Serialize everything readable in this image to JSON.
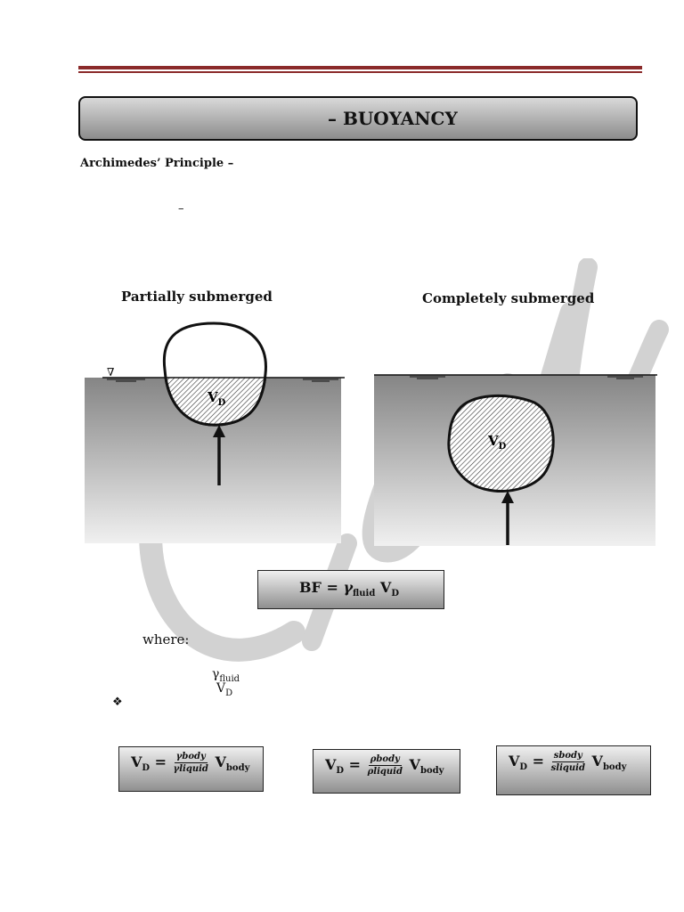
{
  "header": {
    "title": "– BUOYANCY",
    "section_title": "Archimedes’ Principle –",
    "dash_line": "–"
  },
  "diagram": {
    "left_caption": "Partially submerged",
    "right_caption": "Completely submerged",
    "vd_label": "V",
    "vd_sub": "D",
    "free_surface_symbol": "∇",
    "watermark_text": "CiViL"
  },
  "main_formula": {
    "lhs": "BF =",
    "gamma": "γ",
    "gamma_sub": "fluid",
    "v": "V",
    "v_sub": "D"
  },
  "where": {
    "label": "where:",
    "gamma": "γ",
    "gamma_sub": "fluid",
    "v": "V",
    "v_sub": "D",
    "bullet": "❖"
  },
  "formulas": [
    {
      "lhs": "V",
      "lhs_sub": "D",
      "eq": "=",
      "num": "γbody",
      "den": "γliquid",
      "rhs": "V",
      "rhs_sub": "body"
    },
    {
      "lhs": "V",
      "lhs_sub": "D",
      "eq": "=",
      "num": "ρbody",
      "den": "ρliquid",
      "rhs": "V",
      "rhs_sub": "body"
    },
    {
      "lhs": "V",
      "lhs_sub": "D",
      "eq": "=",
      "num": "sbody",
      "den": "sliquid",
      "rhs": "V",
      "rhs_sub": "body"
    }
  ]
}
